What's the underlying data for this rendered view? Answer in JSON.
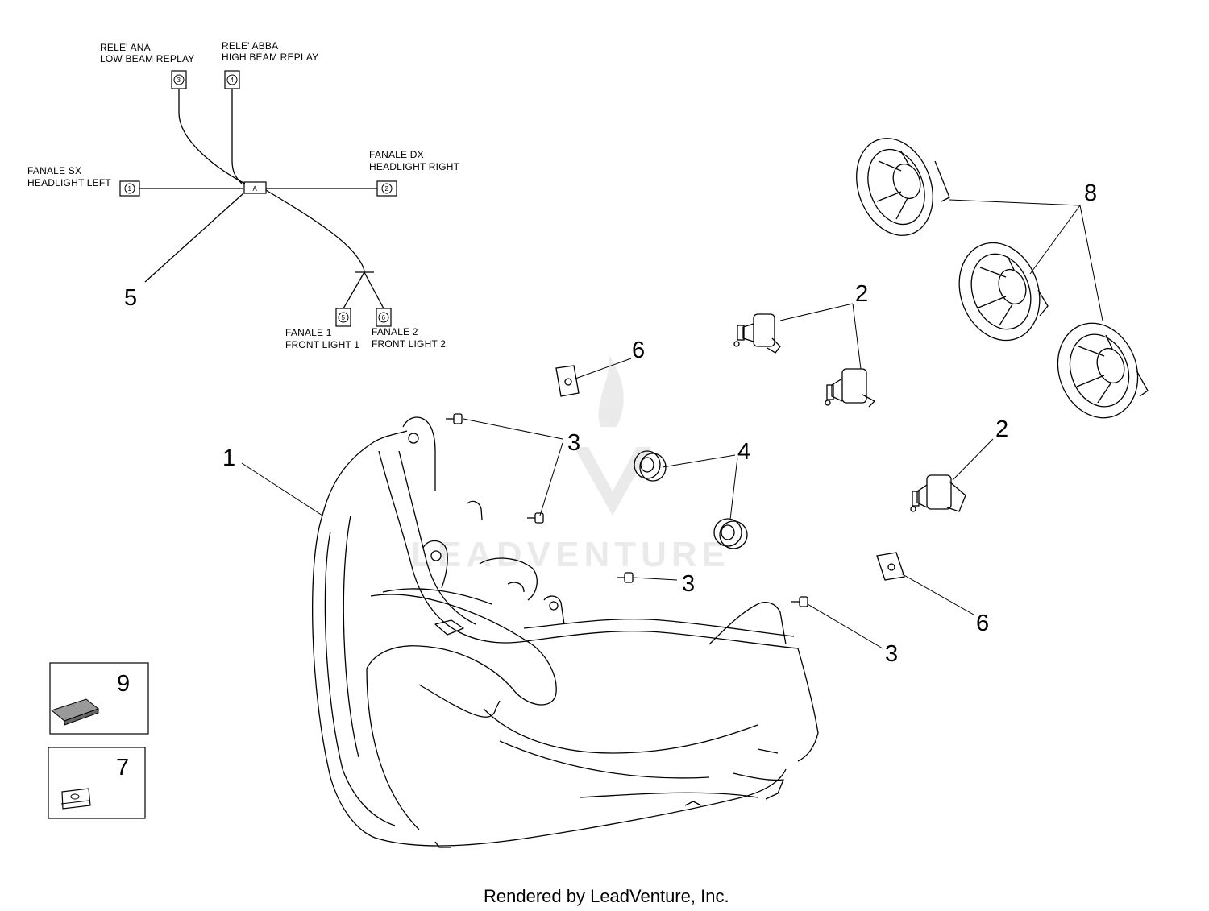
{
  "wiring": {
    "low_beam_relay": {
      "it": "RELE' ANA",
      "en": "LOW BEAM REPLAY",
      "pin": "3"
    },
    "high_beam_relay": {
      "it": "RELE' ABBA",
      "en": "HIGH BEAM REPLAY",
      "pin": "4"
    },
    "headlight_left": {
      "it": "FANALE SX",
      "en": "HEADLIGHT LEFT",
      "pin": "1"
    },
    "headlight_right": {
      "it": "FANALE DX",
      "en": "HEADLIGHT RIGHT",
      "pin": "2"
    },
    "front_light_1": {
      "it": "FANALE 1",
      "en": "FRONT LIGHT 1",
      "pin": "5"
    },
    "front_light_2": {
      "it": "FANALE 2",
      "en": "FRONT LIGHT 2",
      "pin": "6"
    },
    "connector": "A"
  },
  "callouts": {
    "headlight": "1",
    "bulb_a": "2",
    "bulb_b": "2",
    "screw_a": "3",
    "screw_b": "3",
    "screw_c": "3",
    "grommet": "4",
    "harness": "5",
    "nut_a": "6",
    "nut_b": "6",
    "clip": "7",
    "cover": "8",
    "pad": "9"
  },
  "watermark": "LEADVENTURE",
  "footer": "Rendered by LeadVenture, Inc."
}
